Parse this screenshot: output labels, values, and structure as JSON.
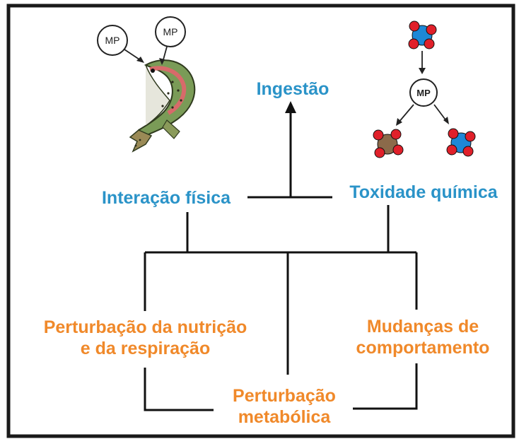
{
  "top": {
    "ingestion": "Ingestão",
    "physical": "Interação física",
    "chemical": "Toxidade química"
  },
  "effects": {
    "nutrition_line1": "Perturbação da nutrição",
    "nutrition_line2": "e da respiração",
    "behavior_line1": "Mudanças de",
    "behavior_line2": "comportamento",
    "metabolic_line1": "Perturbação",
    "metabolic_line2": "metabólica"
  },
  "illustrations": {
    "fish_mp_a": "MP",
    "fish_mp_b": "MP",
    "chem_mp": "MP"
  },
  "colors": {
    "blue_text": "#2a93c8",
    "orange_text": "#f0892a",
    "line": "#111111",
    "molecule_blue": "#1e88d6",
    "molecule_red": "#e0202a",
    "molecule_brown": "#8b6a4a"
  }
}
